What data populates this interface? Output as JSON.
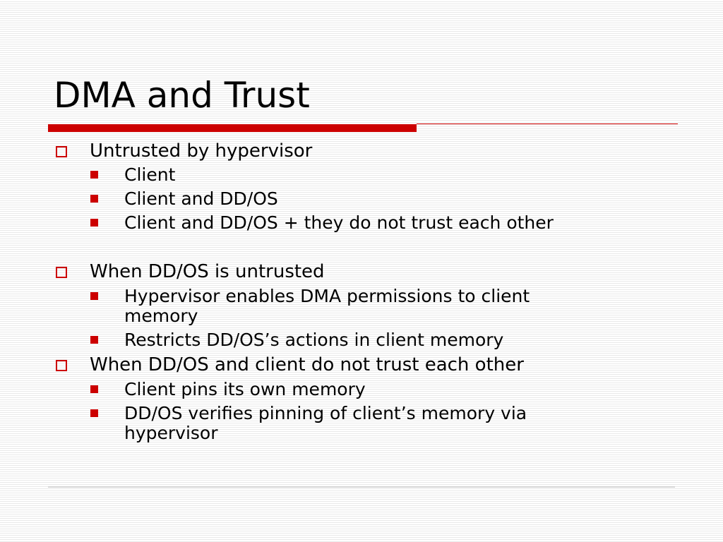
{
  "slide": {
    "title": "DMA and Trust",
    "accent_color": "#cc0000",
    "bullets": [
      {
        "text": "Untrusted by hypervisor",
        "subs": [
          "Client",
          "Client and DD/OS",
          "Client and DD/OS + they do not trust each other"
        ]
      },
      {
        "text": "When DD/OS is untrusted",
        "subs": [
          "Hypervisor enables DMA permissions to client",
          "memory",
          "Restricts DD/OS’s actions in client memory"
        ]
      },
      {
        "text": "When DD/OS and client do not trust each other",
        "subs": [
          "Client pins its own memory",
          "DD/OS verifies pinning of client’s memory via",
          "hypervisor"
        ]
      }
    ]
  }
}
